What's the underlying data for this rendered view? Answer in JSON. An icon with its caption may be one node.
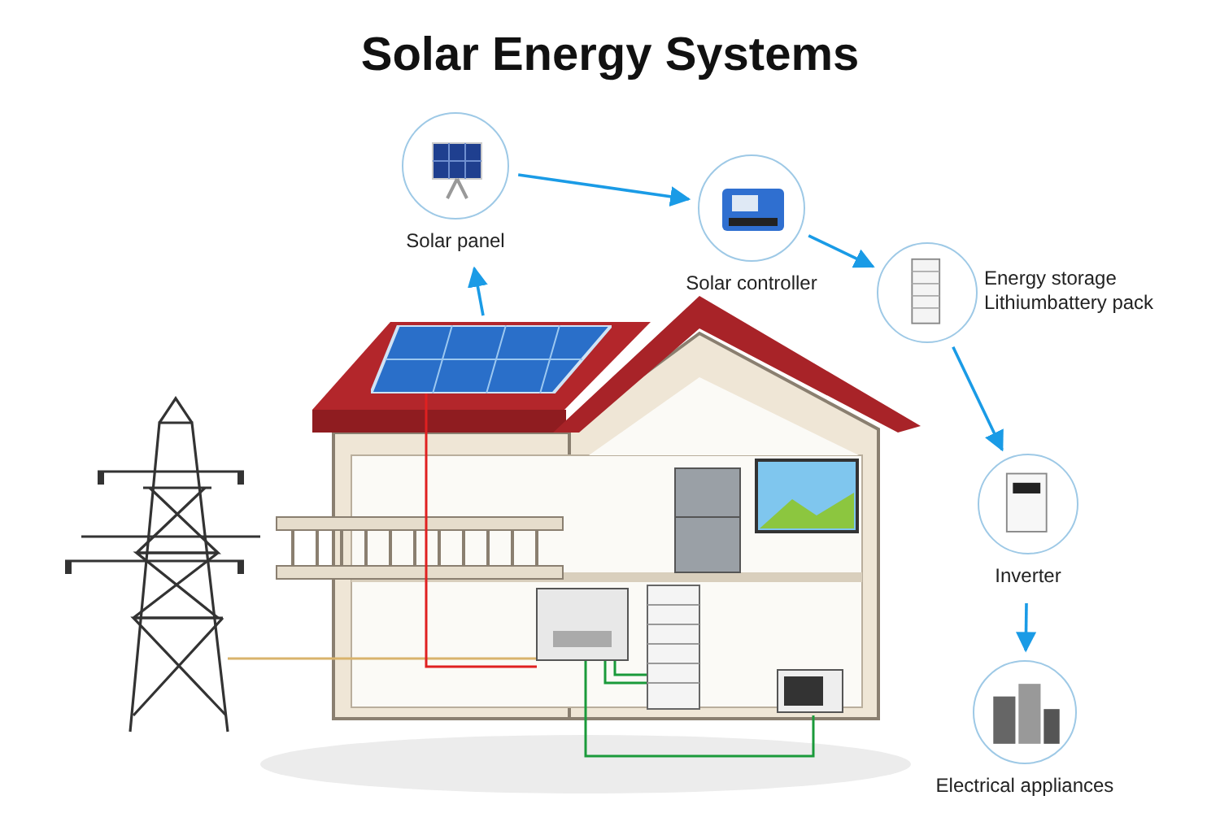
{
  "diagram": {
    "title": "Solar Energy Systems",
    "nodes": [
      {
        "text": [
          "Solar panel"
        ]
      },
      {
        "text": [
          "Solar controller"
        ]
      },
      {
        "text": [
          "Energy storage Lithiumbattery pack"
        ]
      },
      {
        "text": [
          "Inverter"
        ]
      },
      {
        "text": [
          "Electrical appliances"
        ]
      },
      {
        "text": [],
        "shape": "picture"
      }
    ],
    "edges": [
      {
        "from": 5,
        "to": 0,
        "arrow": "to"
      },
      {
        "from": 0,
        "to": 1,
        "arrow": "to"
      },
      {
        "from": 1,
        "to": 2,
        "arrow": "to"
      },
      {
        "from": 2,
        "to": 3,
        "arrow": "to"
      },
      {
        "from": 3,
        "to": 4,
        "arrow": "to"
      }
    ]
  }
}
